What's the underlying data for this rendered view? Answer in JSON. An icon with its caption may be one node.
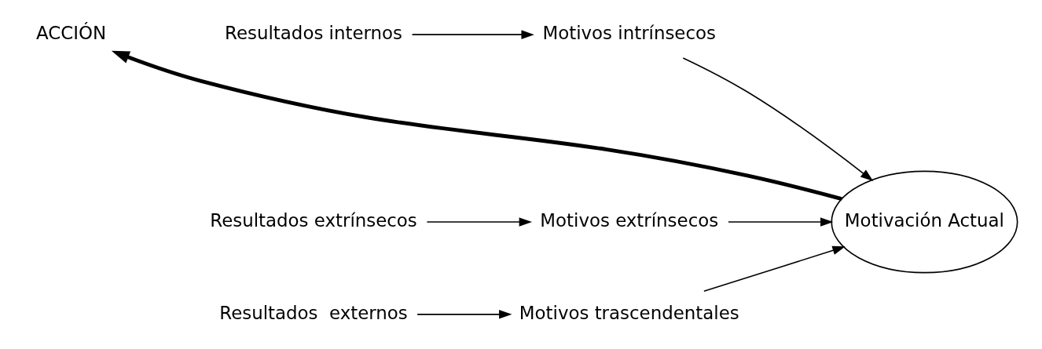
{
  "diagram": {
    "nodes": [
      {
        "text": [
          "ACCIÓN"
        ]
      },
      {
        "text": [
          "Resultados extrínsecos"
        ]
      },
      {
        "text": [
          "Motivos extrínsecos"
        ]
      },
      {
        "text": [
          "Resultados internos"
        ]
      },
      {
        "text": [
          "Motivos intrínsecos"
        ]
      },
      {
        "text": [
          "Resultados  externos"
        ]
      },
      {
        "text": [
          "Motivos trascendentales"
        ]
      },
      {
        "text": [
          "Motivación Actual"
        ]
      }
    ],
    "edges": [
      {
        "from": 1,
        "to": 2,
        "arrow": "to"
      },
      {
        "from": 3,
        "to": 4,
        "arrow": "to"
      },
      {
        "from": 5,
        "to": 6,
        "arrow": "to"
      },
      {
        "from": 2,
        "to": 7,
        "arrow": "to"
      },
      {
        "from": 4,
        "to": 7,
        "arrow": "to"
      },
      {
        "from": 6,
        "to": 7,
        "arrow": "to"
      },
      {
        "from": 7,
        "to": 0,
        "arrow": "to",
        "style": "thick"
      }
    ]
  }
}
